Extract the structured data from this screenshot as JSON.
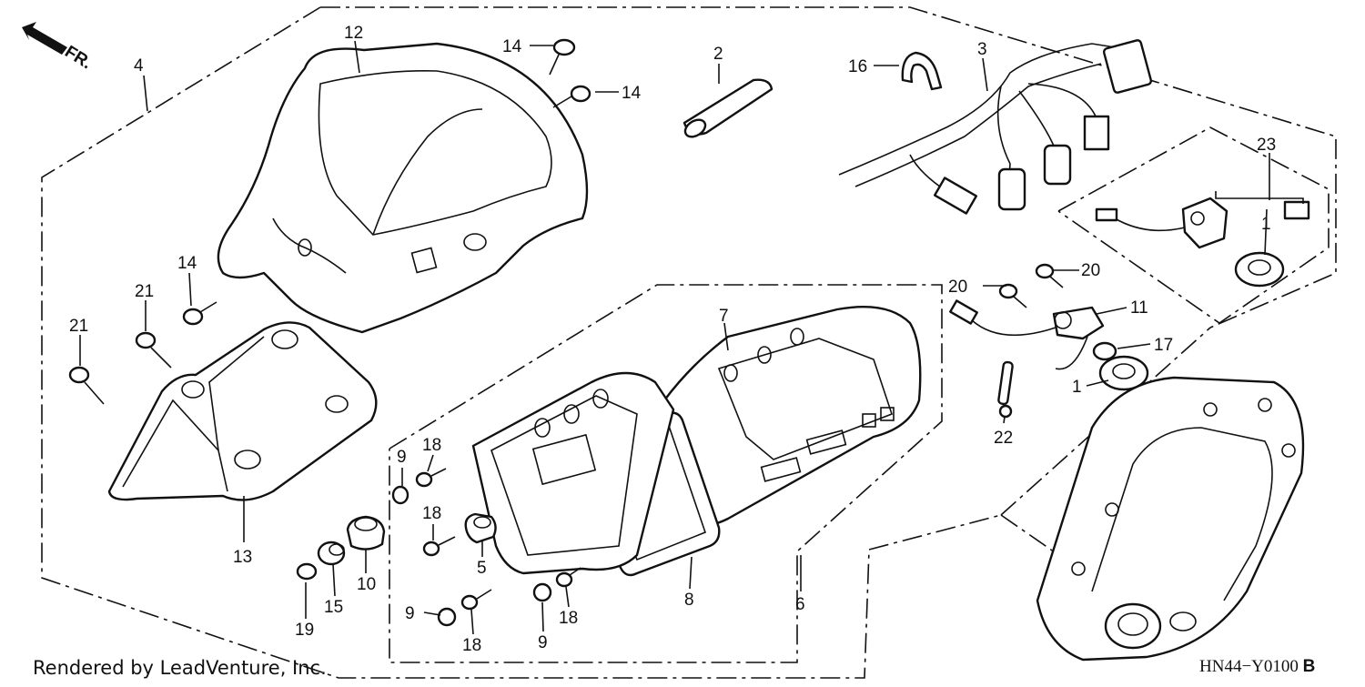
{
  "direction_label": "FR.",
  "footer": {
    "credit": "Rendered by LeadVenture, Inc.",
    "code": "HN44−Y0100",
    "code_suffix": "B"
  },
  "callouts": {
    "c1a": "1",
    "c1b": "1",
    "c2": "2",
    "c3": "3",
    "c4": "4",
    "c5": "5",
    "c6": "6",
    "c7": "7",
    "c8": "8",
    "c9a": "9",
    "c9b": "9",
    "c9c": "9",
    "c10": "10",
    "c11": "11",
    "c12": "12",
    "c13": "13",
    "c14a": "14",
    "c14b": "14",
    "c14c": "14",
    "c15": "15",
    "c16": "16",
    "c17": "17",
    "c18a": "18",
    "c18b": "18",
    "c18c": "18",
    "c18d": "18",
    "c19": "19",
    "c20a": "20",
    "c20b": "20",
    "c21a": "21",
    "c21b": "21",
    "c22": "22",
    "c23": "23"
  },
  "colors": {
    "line": "#111111",
    "background": "#ffffff"
  }
}
